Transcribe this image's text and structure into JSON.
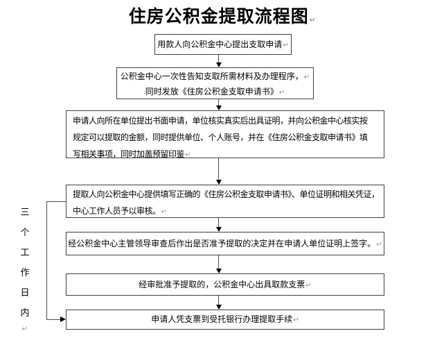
{
  "title": {
    "text": "住房公积金提取流程图",
    "mark": "↵"
  },
  "flowchart": {
    "type": "flowchart",
    "direction": "top-down",
    "boxes": [
      {
        "step": 1,
        "lines": [
          {
            "text": "用款人向公积金中心提出支取申请",
            "mark": "↵"
          }
        ]
      },
      {
        "step": 2,
        "lines": [
          {
            "text": "公积金中心一次性告知支取所需材料及办理程序，",
            "mark": "↵"
          },
          {
            "text": "同时发放《住房公积金支取申请书》",
            "mark": "↵"
          }
        ]
      },
      {
        "step": 3,
        "lines": [
          {
            "text": "申请人向所在单位提出书面申请，单位核实真实后出具证明，并向公积金中心核实按",
            "mark": ""
          },
          {
            "text": "规定可以提取的金额，同时提供单位、个人账号，并在《住房公积金支取申请书》填",
            "mark": ""
          },
          {
            "text": "写相关事项，同时加盖预留印鉴",
            "mark": "↵"
          }
        ]
      },
      {
        "step": 4,
        "lines": [
          {
            "text": "提取人向公积金中心提供填写正确的《住房公积金支取申请书》、单位证明和相关凭证，",
            "mark": ""
          },
          {
            "text": "中心工作人员予以审核。",
            "mark": "↵"
          }
        ]
      },
      {
        "step": 5,
        "lines": [
          {
            "text": "经公积金中心主管领导审查后作出是否准予提取的决定并在申请人单位证明上签字。",
            "mark": "↵"
          }
        ]
      },
      {
        "step": 6,
        "lines": [
          {
            "text": "经审批准予提取的，公积金中心出具取款支票",
            "mark": "↵"
          }
        ]
      },
      {
        "step": 7,
        "lines": [
          {
            "text": "申请人凭支票到受托银行办理提取手续",
            "mark": "↵"
          }
        ]
      }
    ],
    "connectors": "each step flows to the next with a downward arrow; a left bracket with rightward arrow links step 4 to step 7"
  },
  "side_note": {
    "text": "三个工作日内",
    "chars": [
      "三",
      "个",
      "工",
      "作",
      "日",
      "内"
    ],
    "mark": "↵"
  },
  "colors": {
    "background": "#ffffff",
    "text": "#000000",
    "box_border": "#404040",
    "connector_line": "#4a4a4a",
    "arrowhead": "#000000",
    "format_mark": "#909090"
  }
}
